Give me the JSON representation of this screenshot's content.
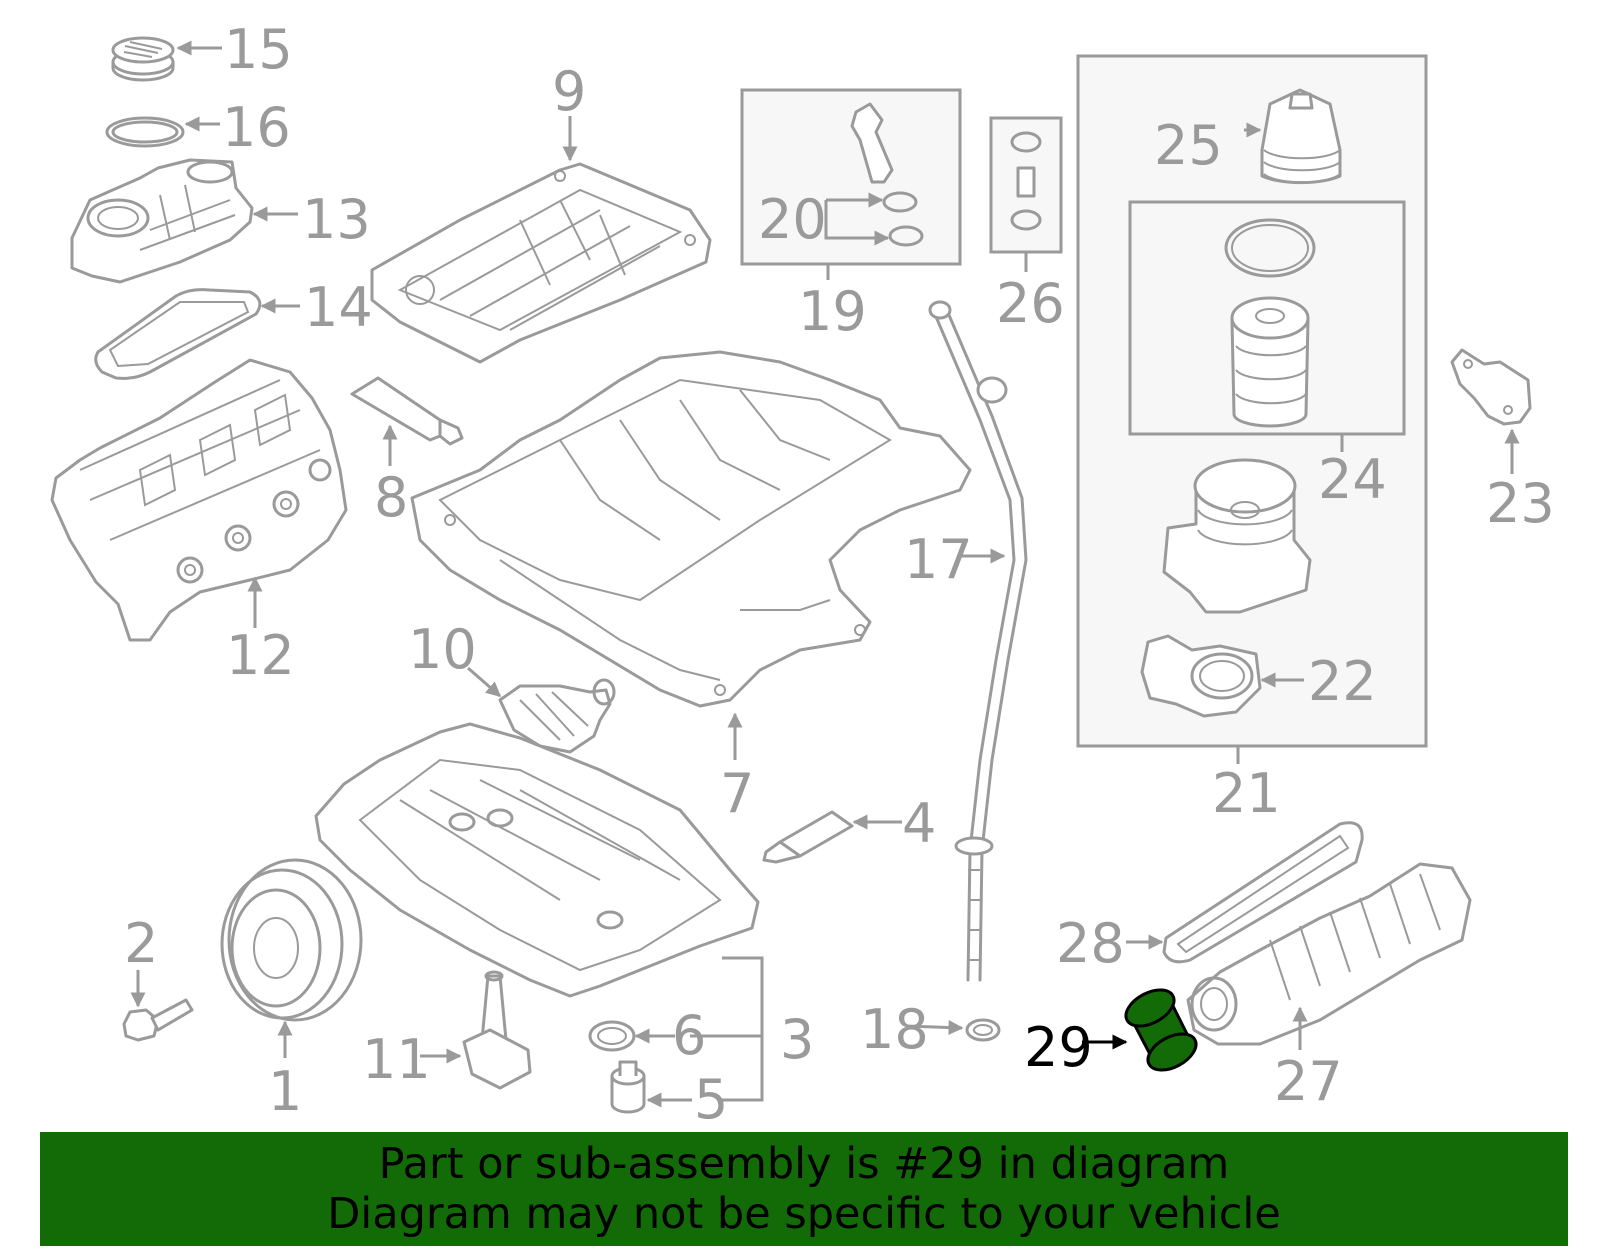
{
  "diagram": {
    "callouts": {
      "c1": "1",
      "c2": "2",
      "c3": "3",
      "c4": "4",
      "c5": "5",
      "c6": "6",
      "c7": "7",
      "c8": "8",
      "c9": "9",
      "c10": "10",
      "c11": "11",
      "c12": "12",
      "c13": "13",
      "c14": "14",
      "c15": "15",
      "c16": "16",
      "c17": "17",
      "c18": "18",
      "c19": "19",
      "c20": "20",
      "c21": "21",
      "c22": "22",
      "c23": "23",
      "c24": "24",
      "c25": "25",
      "c26": "26",
      "c27": "27",
      "c28": "28",
      "c29": "29"
    },
    "highlighted_part": "29",
    "highlight_color": "#126b07",
    "line_color": "#9a9a9a"
  },
  "banner": {
    "line1": "Part or sub-assembly is #29 in diagram",
    "line2": "Diagram may not be specific to your vehicle",
    "background": "#126b07"
  }
}
